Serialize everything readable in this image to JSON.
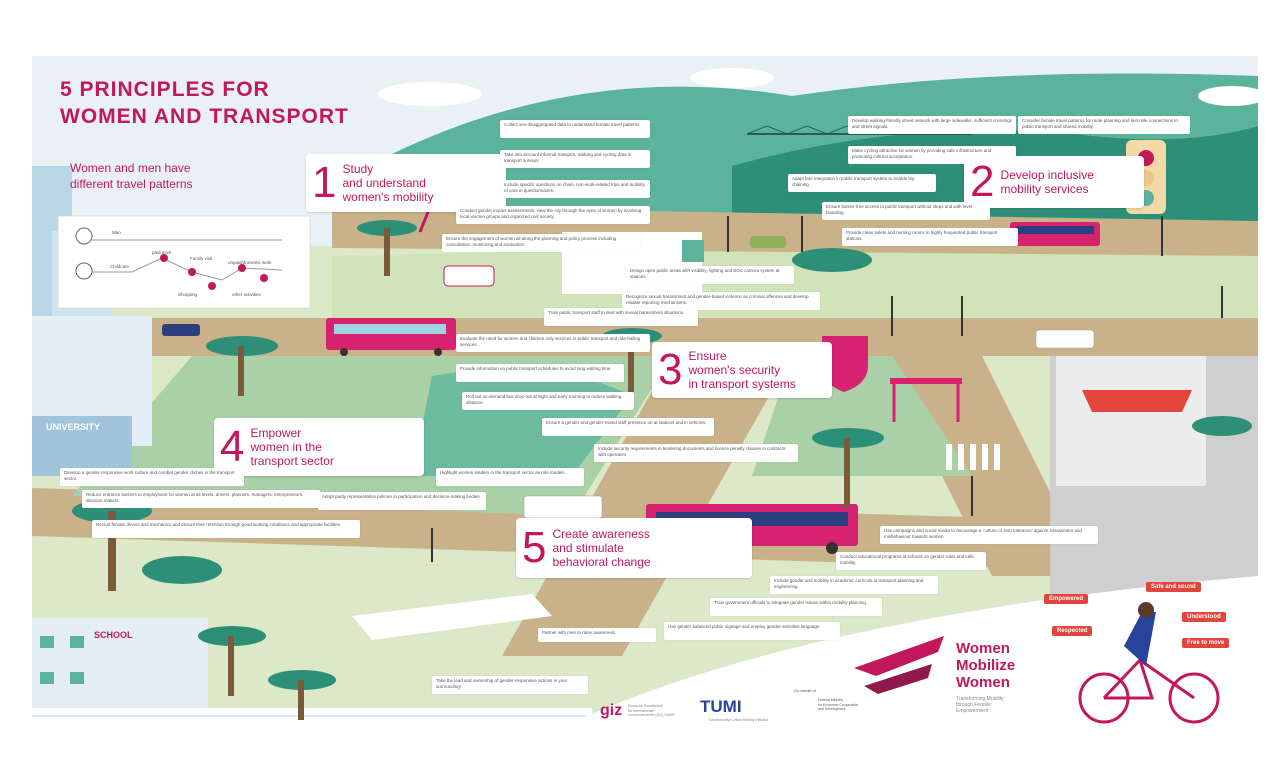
{
  "title": "5 PRINCIPLES FOR\nWOMEN AND TRANSPORT",
  "subtitle": "Women and men have\ndifferent travel patterns",
  "colors": {
    "brand": "#c2185b",
    "sky": "#e9f1f5",
    "hill": "#5ab39a",
    "road": "#c9b28a",
    "bus": "#d6226f",
    "bubble": "#e2453b",
    "tumi": "#28439b"
  },
  "travel_diagram": {
    "rows": [
      "Man",
      "Childcare",
      "Family visit",
      "Shopping",
      "unpaid/domestic work",
      "other activities",
      "paid work"
    ]
  },
  "principles": [
    {
      "number": "1",
      "text": "Study\nand understand\nwomen's mobility"
    },
    {
      "number": "2",
      "text": "Develop inclusive\nmobility services"
    },
    {
      "number": "3",
      "text": "Ensure\nwomen's security\nin transport systems"
    },
    {
      "number": "4",
      "text": "Empower\nwomen in the\ntransport sector"
    },
    {
      "number": "5",
      "text": "Create awareness\nand stimulate\nbehavioral change"
    }
  ],
  "notes": [
    "Collect sex-disaggregated data to understand female travel patterns.",
    "Take into account informal transport, walking and cycling data in transport surveys.",
    "Include specific questions on chain, non-work-related trips and mobility of care in questionnaires.",
    "Conduct gender impact assessments: view the city through the eyes of women by involving local women groups and organized civil society.",
    "Ensure the engagement of women all along the planning and policy process including consultation, monitoring and evaluation.",
    "Develop walking-friendly street network with large sidewalks, sufficient crossings and street signals.",
    "Consider female travel patterns for route planning and last-mile connections to public transport and shared mobility.",
    "Make cycling attractive for women by providing safe infrastructure and promoting cultural acceptance.",
    "Adapt fare integration in public transport system to enable trip chaining.",
    "Ensure barrier-free access to public transport without steps and with level boarding.",
    "Provide clean toilets and nursing rooms in highly frequented public transport stations.",
    "Design open public areas with visibility, lighting and SOS camera system at stations.",
    "Recognize sexual harassment and gender-based violence as criminal offences and develop reliable reporting mechanisms.",
    "Train public transport staff to deal with sexual harassment situations.",
    "Evaluate the need for women and children only services in public transport and ride-hailing services.",
    "Provide information on public transport schedules to avoid long waiting time.",
    "Roll out on-demand bus drop-out at night and early morning to reduce walking distance.",
    "Ensure a gender and gender-mixed staff presence on at stations and in vehicles.",
    "Include security requirements in tendering documents and licence penalty clauses in contracts with operators.",
    "Highlight women leaders in the transport sector as role models.",
    "Adopt parity representation policies in participation and decision-making bodies.",
    "Develop a gender-responsive work culture and combat gender clichés in the transport sector.",
    "Reduce entrance barriers to employment for women at all levels: drivers, planners, managers, entrepreneurs, decision makers.",
    "Recruit female drivers and mechanics and ensure their retention through good working conditions and appropriate facilities.",
    "Use campaigns and social media to encourage a 'culture of zero tolerance' against harassment and misbehaviour towards women.",
    "Conduct educational programs at schools on gender roles and safe mobility.",
    "Include gender and mobility in academic curricula in transport planning and engineering.",
    "Train government officials to integrate gender issues within mobility planning.",
    "Use gender balanced public signage and employ gender-sensitive language.",
    "Partner with men to raise awareness.",
    "Take the lead and ownership of gender-responsive actions in your surrounding!"
  ],
  "buildings": {
    "university": "UNIVERSITY",
    "school": "SCHOOL"
  },
  "speech_bubbles": [
    "Empowered",
    "Safe and sound",
    "Understood",
    "Respected",
    "Free to move"
  ],
  "campaign": {
    "title": "Women\nMobilize\nWomen",
    "subtitle": "Transforming Mobility\nthrough Female\nEmpowerment"
  },
  "logos": {
    "giz": "giz",
    "giz_sub": "Deutsche Gesellschaft\nfür Internationale\nZusammenarbeit (GIZ) GmbH",
    "tumi": "TUMI",
    "tumi_sub": "Transformative Urban Mobility Initiative",
    "on_behalf": "On behalf of",
    "ministry": "Federal Ministry\nfor Economic Cooperation\nand Development"
  }
}
